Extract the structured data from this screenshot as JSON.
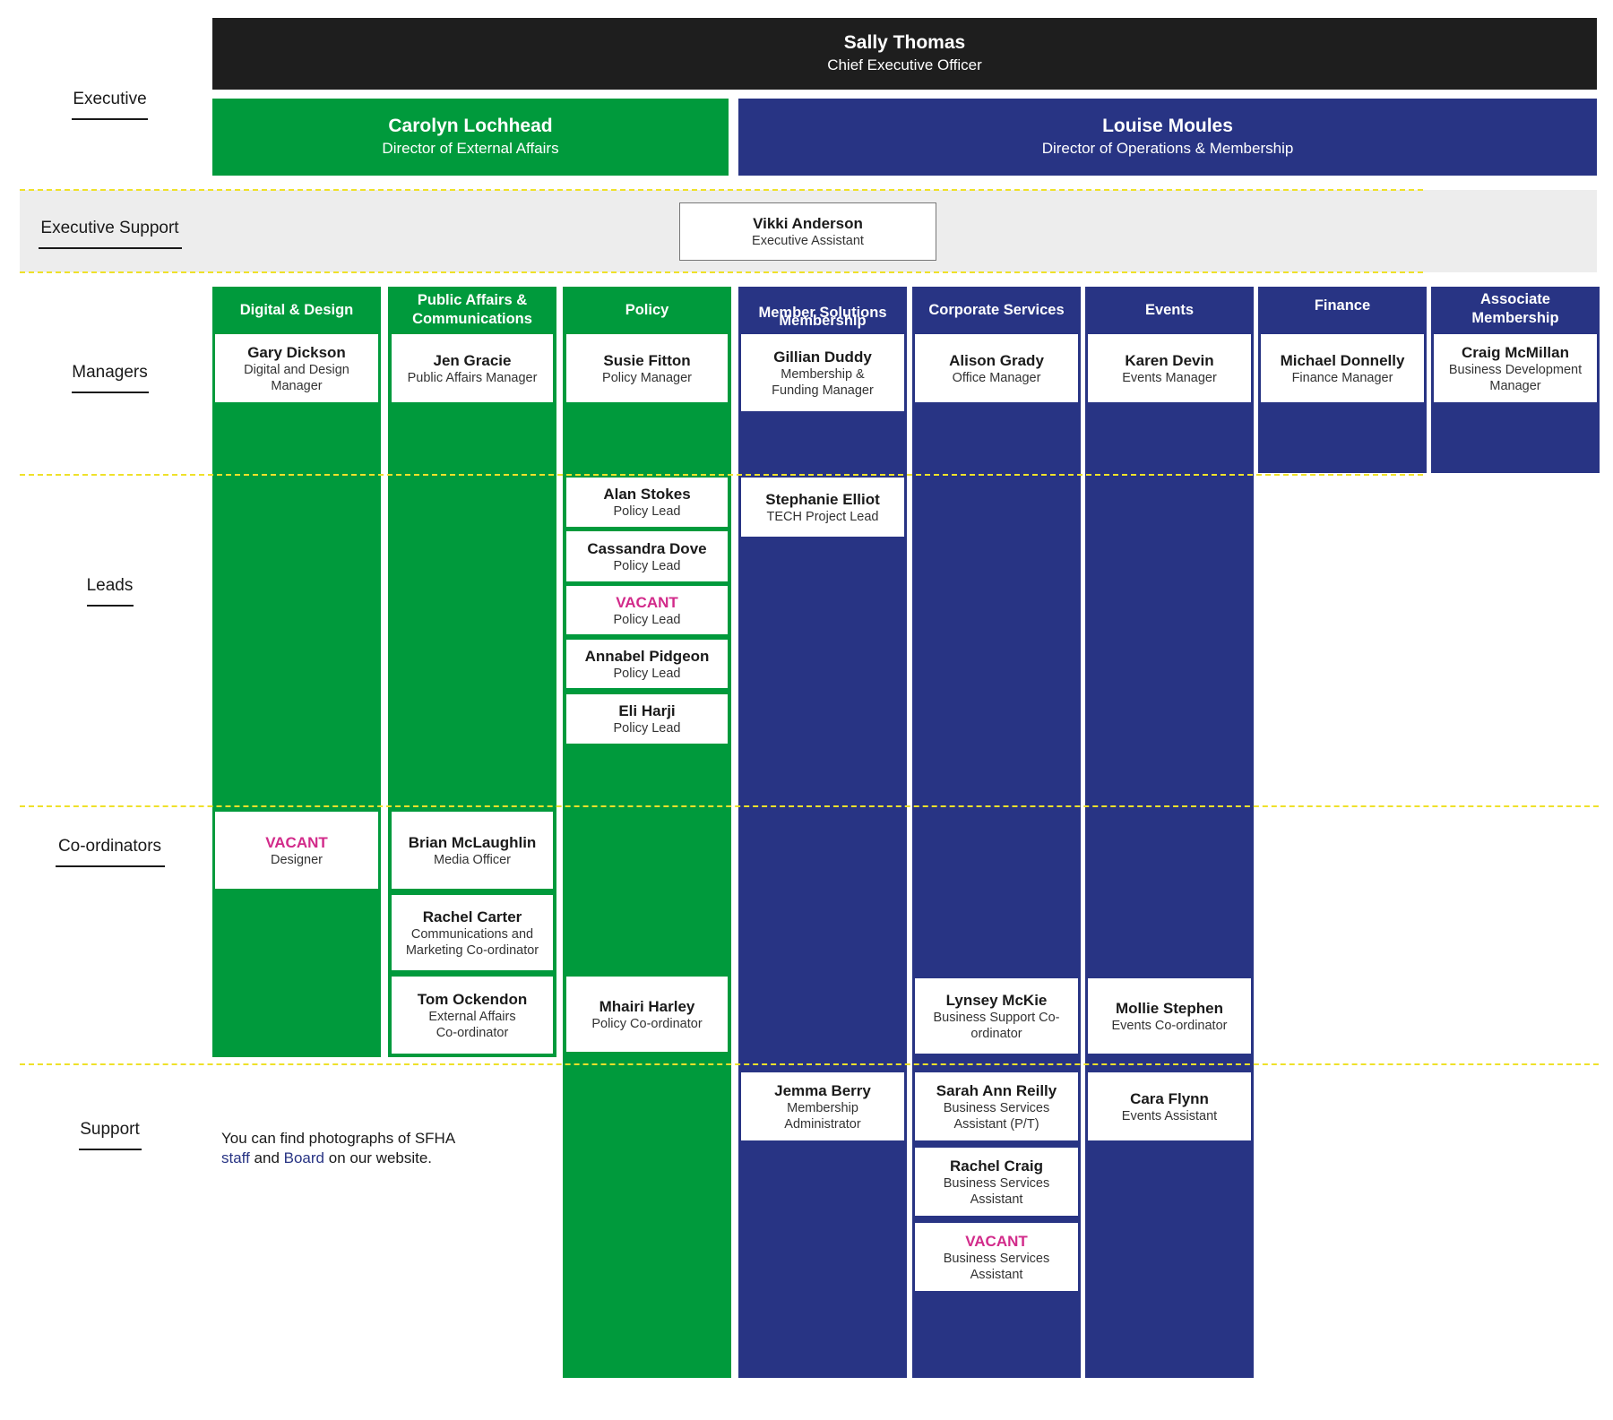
{
  "colors": {
    "green": "#009a3c",
    "blue": "#283484",
    "black": "#1e1e1e",
    "vacant": "#d22a8a",
    "divider": "#efe12a",
    "support_band": "#ededed"
  },
  "rows": {
    "executive": "Executive",
    "executive_support": "Executive Support",
    "managers": "Managers",
    "leads": "Leads",
    "coordinators": "Co-ordinators",
    "support": "Support"
  },
  "ceo": {
    "name": "Sally Thomas",
    "title": "Chief Executive Officer"
  },
  "directors": [
    {
      "name": "Carolyn Lochhead",
      "title": "Director of External Affairs"
    },
    {
      "name": "Louise Moules",
      "title": "Director of Operations & Membership"
    }
  ],
  "exec_assistant": {
    "name": "Vikki Anderson",
    "title": "Executive Assistant"
  },
  "columns": [
    {
      "head": "Digital & Design"
    },
    {
      "head": "Public Affairs & Communications"
    },
    {
      "head": "Policy"
    },
    {
      "head": "Member Solutions",
      "overlap": "Membership"
    },
    {
      "head": "Corporate Services"
    },
    {
      "head": "Events"
    },
    {
      "head": "Finance"
    },
    {
      "head": "Associate Membership"
    }
  ],
  "cards": {
    "dd_mgr": {
      "name": "Gary Dickson",
      "role": "Digital and Design Manager"
    },
    "pa_mgr": {
      "name": "Jen Gracie",
      "role": "Public Affairs Manager"
    },
    "pol_mgr": {
      "name": "Susie Fitton",
      "role": "Policy Manager"
    },
    "ms_mgr": {
      "name": "Gillian Duddy",
      "role": "Membership & Funding Manager"
    },
    "cs_mgr": {
      "name": "Alison Grady",
      "role": "Office Manager"
    },
    "ev_mgr": {
      "name": "Karen Devin",
      "role": "Events Manager"
    },
    "fin_mgr": {
      "name": "Michael Donnelly",
      "role": "Finance Manager"
    },
    "am_mgr": {
      "name": "Craig McMillan",
      "role": "Business Development Manager"
    },
    "pol_l1": {
      "name": "Alan Stokes",
      "role": "Policy Lead"
    },
    "pol_l2": {
      "name": "Cassandra Dove",
      "role": "Policy Lead"
    },
    "pol_l3": {
      "name": "VACANT",
      "role": "Policy Lead"
    },
    "pol_l4": {
      "name": "Annabel Pidgeon",
      "role": "Policy Lead"
    },
    "pol_l5": {
      "name": "Eli Harji",
      "role": "Policy Lead"
    },
    "ms_l1": {
      "name": "Stephanie Elliot",
      "role": "TECH Project Lead"
    },
    "dd_c1": {
      "name": "VACANT",
      "role": "Designer"
    },
    "pa_c1": {
      "name": "Brian McLaughlin",
      "role": "Media Officer"
    },
    "pa_c2": {
      "name": "Rachel Carter",
      "role": "Communications and Marketing Co-ordinator"
    },
    "pa_c3": {
      "name": "Tom Ockendon",
      "role": "External Affairs Co-ordinator"
    },
    "pol_c1": {
      "name": "Mhairi Harley",
      "role": "Policy Co-ordinator"
    },
    "cs_c1": {
      "name": "Lynsey McKie",
      "role": "Business Support Co-ordinator"
    },
    "ev_c1": {
      "name": "Mollie Stephen",
      "role": "Events Co-ordinator"
    },
    "ms_s1": {
      "name": "Jemma Berry",
      "role": "Membership Administrator"
    },
    "cs_s1": {
      "name": "Sarah Ann Reilly",
      "role": "Business Services Assistant (P/T)"
    },
    "cs_s2": {
      "name": "Rachel Craig",
      "role": "Business Services Assistant"
    },
    "cs_s3": {
      "name": "VACANT",
      "role": "Business Services Assistant"
    },
    "ev_s1": {
      "name": "Cara Flynn",
      "role": "Events Assistant"
    }
  },
  "note": {
    "line1": "You can find photographs of SFHA",
    "staff": "staff",
    "and": " and ",
    "board": "Board",
    "tail": " on our website."
  }
}
